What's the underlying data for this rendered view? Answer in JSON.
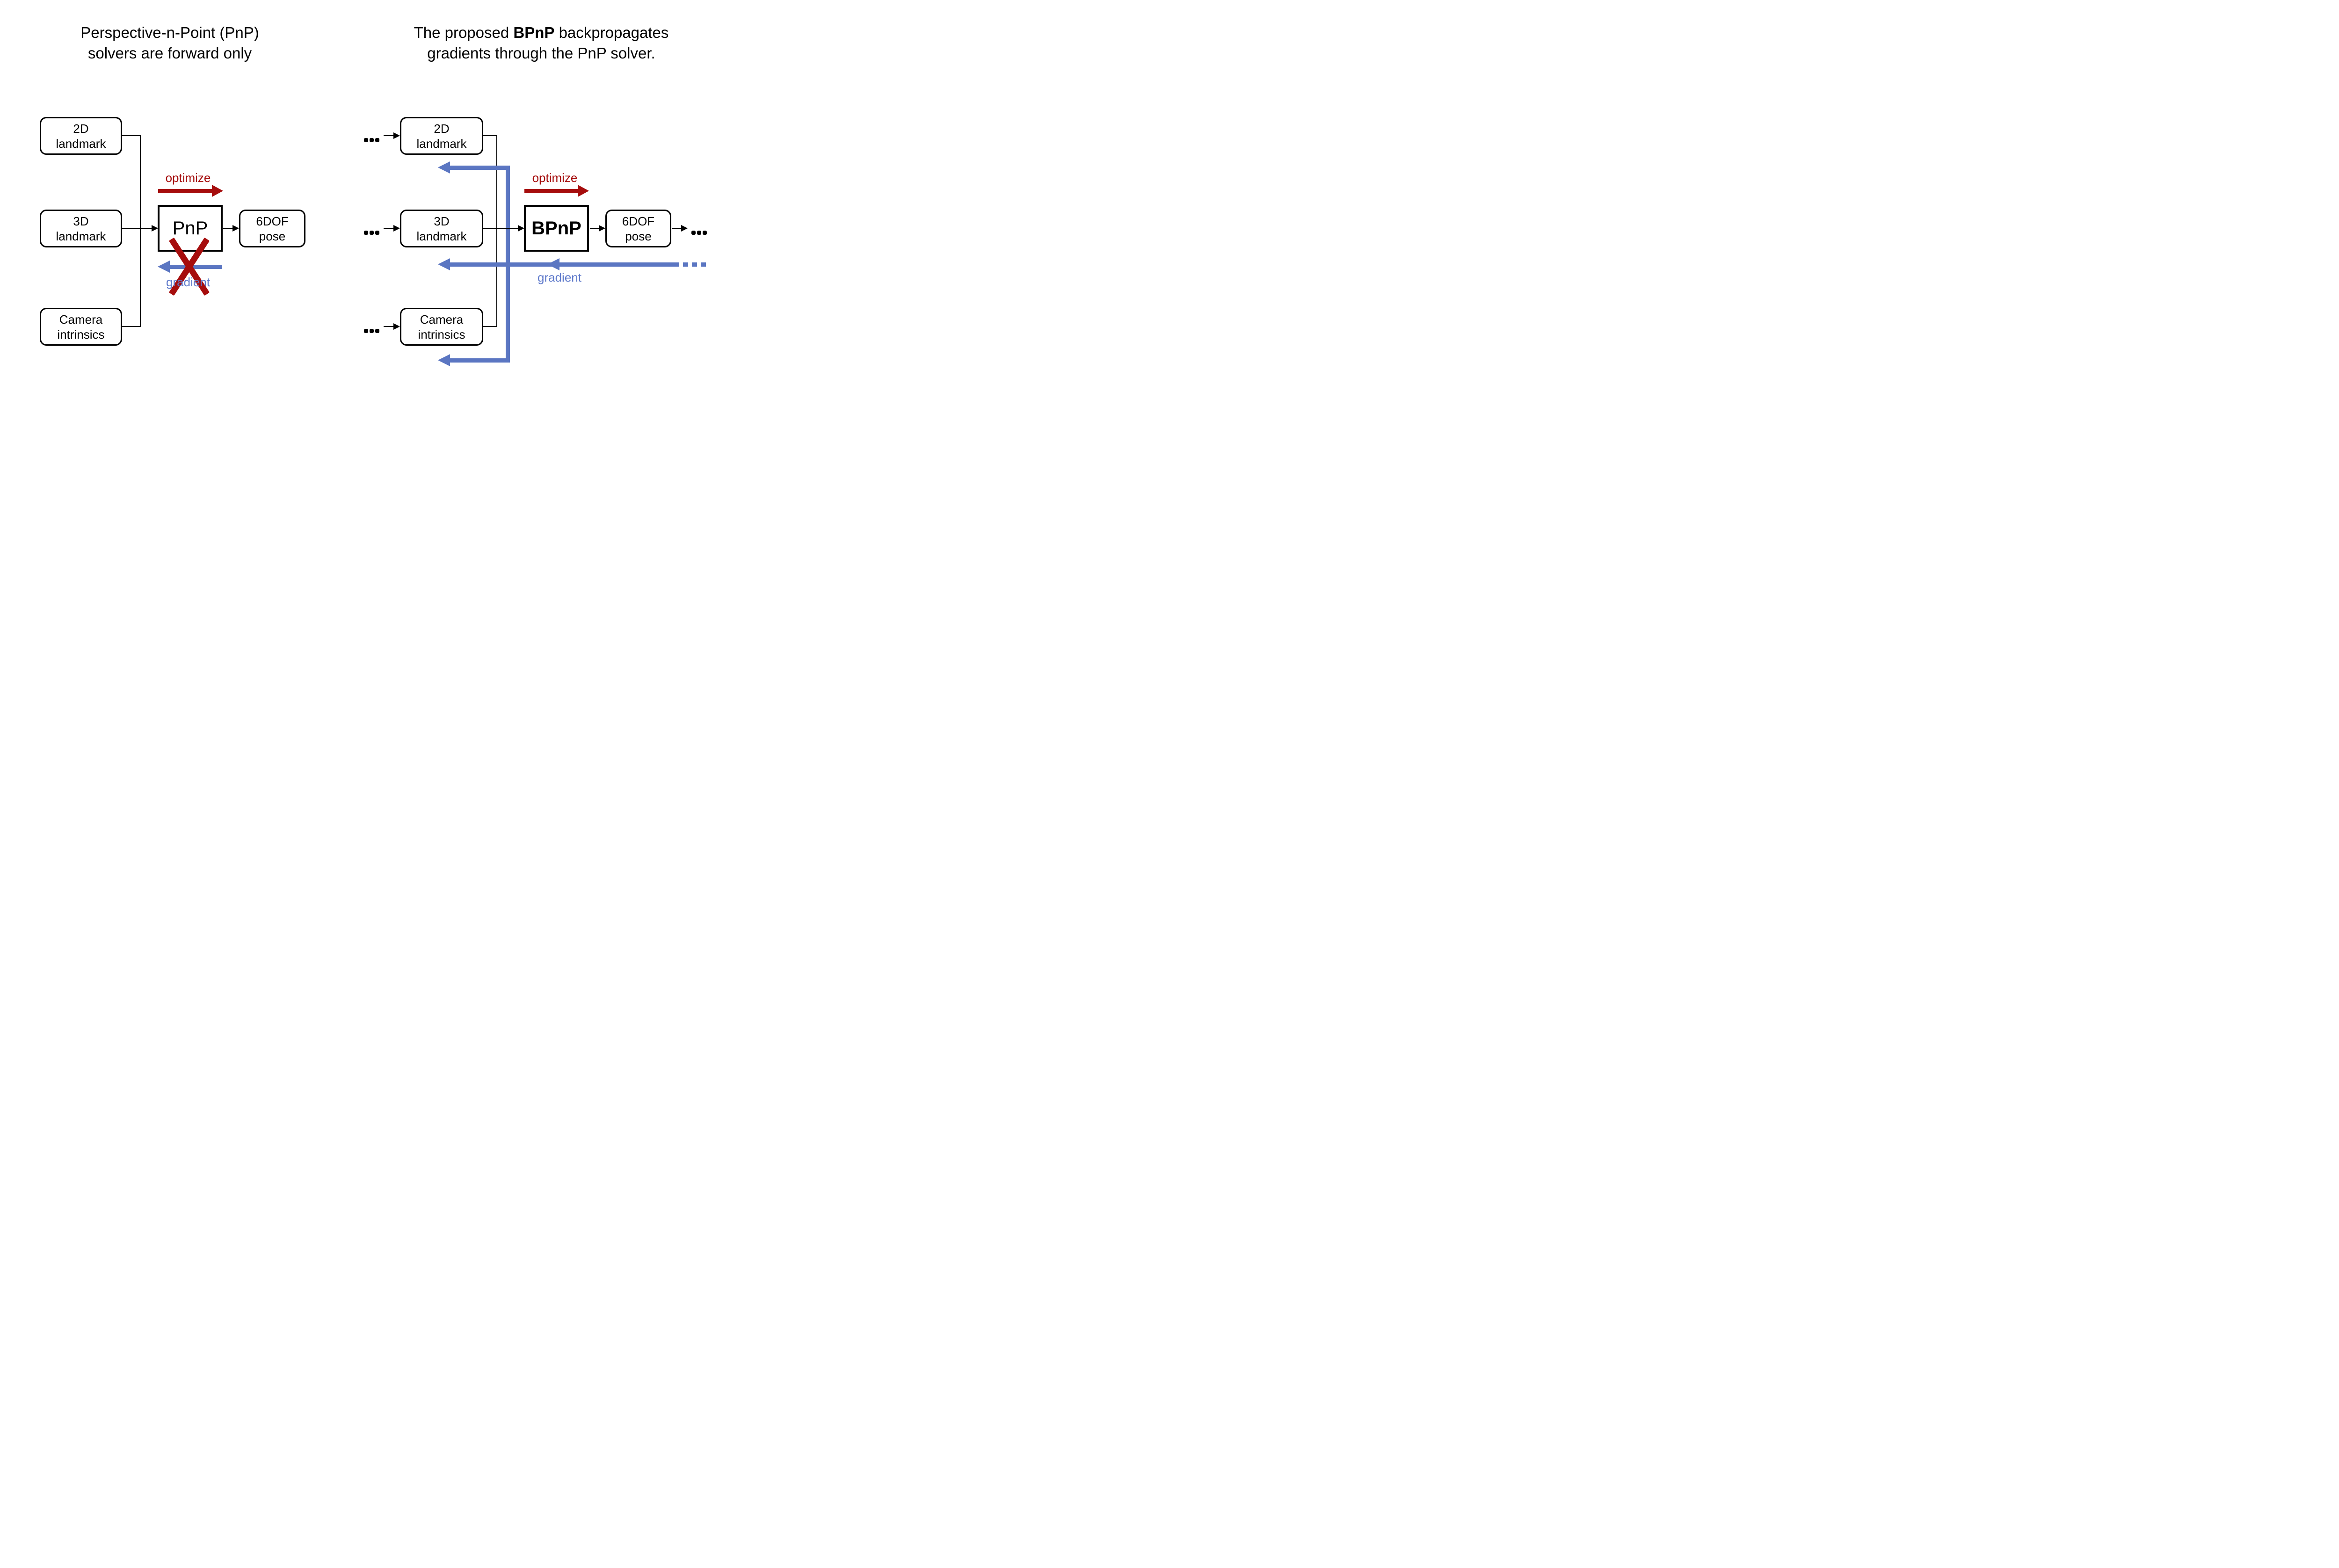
{
  "colors": {
    "red": "#A60D0D",
    "blue_arrow": "#5B76C2",
    "blue_text": "#5F7ACB",
    "line": "#000000",
    "background": "#FFFFFF"
  },
  "left": {
    "title": {
      "line1": "Perspective-n-Point (PnP)",
      "line2": "solvers are forward only"
    },
    "landmark2d": {
      "line1": "2D",
      "line2": "landmark"
    },
    "landmark3d": {
      "line1": "3D",
      "line2": "landmark"
    },
    "camera": {
      "line1": "Camera",
      "line2": "intrinsics"
    },
    "solver": {
      "label": "PnP"
    },
    "pose": {
      "line1": "6DOF",
      "line2": "pose"
    },
    "optimize_label": "optimize",
    "gradient_label": "gradient"
  },
  "right": {
    "title": {
      "line1_pre": "The proposed ",
      "line1_bold": "BPnP",
      "line1_post": " backpropagates",
      "line2": "gradients through the PnP solver."
    },
    "landmark2d": {
      "line1": "2D",
      "line2": "landmark"
    },
    "landmark3d": {
      "line1": "3D",
      "line2": "landmark"
    },
    "camera": {
      "line1": "Camera",
      "line2": "intrinsics"
    },
    "solver": {
      "label": "BPnP"
    },
    "pose": {
      "line1": "6DOF",
      "line2": "pose"
    },
    "optimize_label": "optimize",
    "gradient_label": "gradient"
  },
  "icons": {
    "ellipsis_input": "three-dots",
    "ellipsis_output": "three-dots",
    "ellipsis_gradient": "three-blue-dashes",
    "optimize_arrow": "thick-right-arrow",
    "gradient_arrow": "thick-left-arrow",
    "blocked_cross": "x-mark"
  }
}
